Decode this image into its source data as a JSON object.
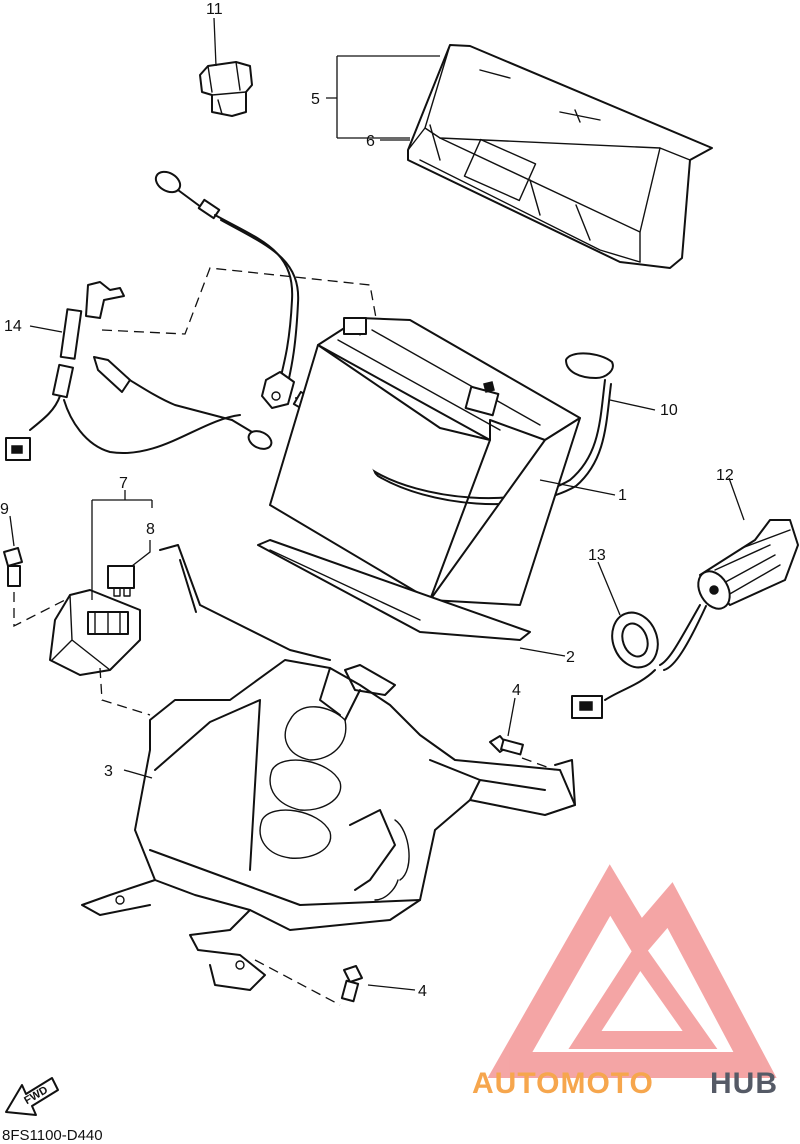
{
  "callouts": {
    "c1": "1",
    "c2": "2",
    "c3": "3",
    "c4a": "4",
    "c4b": "4",
    "c5": "5",
    "c6": "6",
    "c7": "7",
    "c8": "8",
    "c9": "9",
    "c10": "10",
    "c11": "11",
    "c12": "12",
    "c13": "13",
    "c14": "14"
  },
  "fwd_label": "FWD",
  "diagram_code": "8FS1100-D440",
  "watermark": {
    "part1": "AUTOMOTO",
    "part2": "HUB",
    "logo_color": "#f08080",
    "text_color_1": "#f6a64d",
    "text_color_2": "#555a66"
  }
}
